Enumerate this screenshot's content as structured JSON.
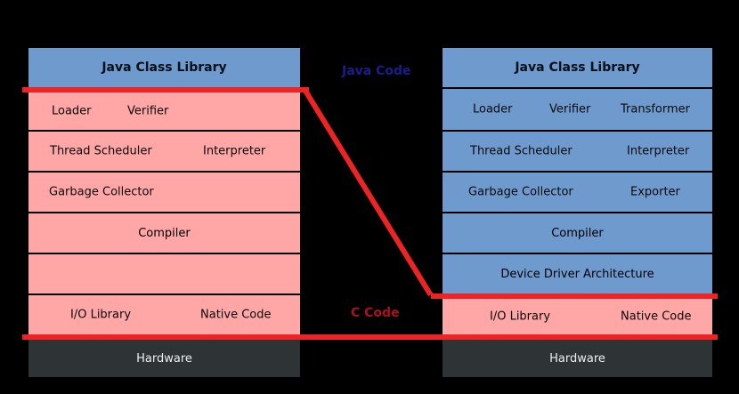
{
  "left_stack": {
    "header": "Java Class Library",
    "row1": {
      "loader": "Loader",
      "verifier": "Verifier"
    },
    "row2": {
      "thread_scheduler": "Thread Scheduler",
      "interpreter": "Interpreter"
    },
    "row3": {
      "garbage_collector": "Garbage Collector"
    },
    "row4": {
      "compiler": "Compiler"
    },
    "row5": {
      "empty": ""
    },
    "row6": {
      "io_library": "I/O Library",
      "native_code": "Native Code"
    },
    "hardware": "Hardware"
  },
  "right_stack": {
    "header": "Java Class Library",
    "row1": {
      "loader": "Loader",
      "verifier": "Verifier",
      "transformer": "Transformer"
    },
    "row2": {
      "thread_scheduler": "Thread Scheduler",
      "interpreter": "Interpreter"
    },
    "row3": {
      "garbage_collector": "Garbage Collector",
      "exporter": "Exporter"
    },
    "row4": {
      "compiler": "Compiler"
    },
    "row5": {
      "device_driver_architecture": "Device Driver Architecture"
    },
    "row6": {
      "io_library": "I/O Library",
      "native_code": "Native Code"
    },
    "hardware": "Hardware"
  },
  "annotations": {
    "java_code": "Java Code",
    "c_code": "C Code"
  },
  "colors": {
    "background": "#000000",
    "java_layer_blue": "#6f9ace",
    "native_layer_pink": "#ffa6a6",
    "hardware_dark": "#2e3436",
    "boundary_red": "#ee2424",
    "java_code_text": "#1a1d8f",
    "c_code_text": "#ab1215",
    "separator_black": "#000000",
    "hardware_text": "#eeeeec"
  }
}
